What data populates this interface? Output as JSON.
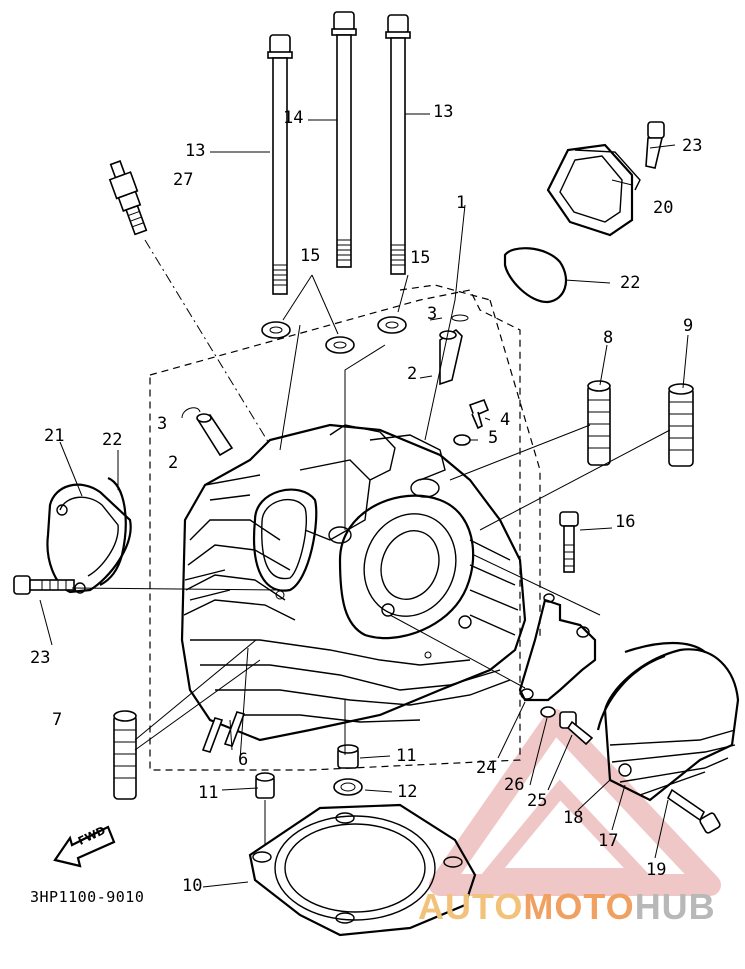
{
  "diagram": {
    "part_code": "3HP1100-9010",
    "fwd_label": "FWD",
    "callouts": [
      {
        "id": "c1",
        "text": "1"
      },
      {
        "id": "c2a",
        "text": "2"
      },
      {
        "id": "c2b",
        "text": "2"
      },
      {
        "id": "c3a",
        "text": "3"
      },
      {
        "id": "c3b",
        "text": "3"
      },
      {
        "id": "c4",
        "text": "4"
      },
      {
        "id": "c5",
        "text": "5"
      },
      {
        "id": "c6",
        "text": "6"
      },
      {
        "id": "c7",
        "text": "7"
      },
      {
        "id": "c8",
        "text": "8"
      },
      {
        "id": "c9",
        "text": "9"
      },
      {
        "id": "c10",
        "text": "10"
      },
      {
        "id": "c11a",
        "text": "11"
      },
      {
        "id": "c11b",
        "text": "11"
      },
      {
        "id": "c12",
        "text": "12"
      },
      {
        "id": "c13a",
        "text": "13"
      },
      {
        "id": "c13b",
        "text": "13"
      },
      {
        "id": "c14",
        "text": "14"
      },
      {
        "id": "c15a",
        "text": "15"
      },
      {
        "id": "c15b",
        "text": "15"
      },
      {
        "id": "c16",
        "text": "16"
      },
      {
        "id": "c17",
        "text": "17"
      },
      {
        "id": "c18",
        "text": "18"
      },
      {
        "id": "c19",
        "text": "19"
      },
      {
        "id": "c20",
        "text": "20"
      },
      {
        "id": "c21",
        "text": "21"
      },
      {
        "id": "c22a",
        "text": "22"
      },
      {
        "id": "c22b",
        "text": "22"
      },
      {
        "id": "c23a",
        "text": "23"
      },
      {
        "id": "c23b",
        "text": "23"
      },
      {
        "id": "c24",
        "text": "24"
      },
      {
        "id": "c25",
        "text": "25"
      },
      {
        "id": "c26",
        "text": "26"
      },
      {
        "id": "c27",
        "text": "27"
      }
    ]
  },
  "watermark": {
    "part1": "AUTO",
    "part2": "MOTO",
    "part3": "HUB",
    "triangle_color": "#e8b0b0",
    "accent_color": "#f0a060"
  }
}
